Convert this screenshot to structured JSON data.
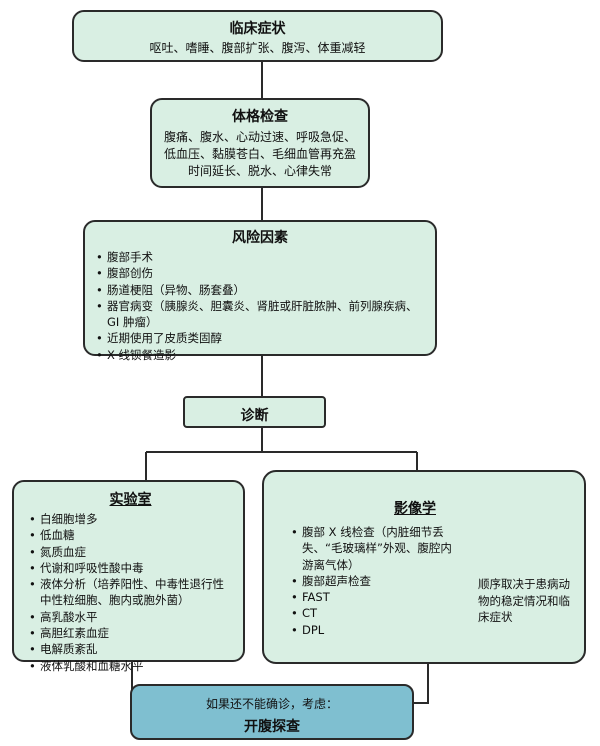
{
  "clinical": {
    "title": "临床症状",
    "text": "呕吐、嗜睡、腹部扩张、腹泻、体重减轻"
  },
  "exam": {
    "title": "体格检查",
    "lines": [
      "腹痛、腹水、心动过速、呼吸急促、",
      "低血压、黏膜苍白、毛细血管再充盈",
      "时间延长、脱水、心律失常"
    ]
  },
  "risk": {
    "title": "风险因素",
    "items": [
      "腹部手术",
      "腹部创伤",
      "肠道梗阻（异物、肠套叠）",
      "器官病变（胰腺炎、胆囊炎、肾脏或肝脏脓肿、前列腺疾病、GI 肿瘤）",
      "近期使用了皮质类固醇",
      "X 线钡餐造影"
    ]
  },
  "diagnosis": {
    "title": "诊断"
  },
  "lab": {
    "title": "实验室",
    "items": [
      "白细胞增多",
      "低血糖",
      "氮质血症",
      "代谢和呼吸性酸中毒",
      "液体分析（培养阳性、中毒性退行性中性粒细胞、胞内或胞外菌）",
      "高乳酸水平",
      "高胆红素血症",
      "电解质紊乱",
      "液体乳酸和血糖水平"
    ]
  },
  "imaging": {
    "title": "影像学",
    "items": [
      "腹部 X 线检查（内脏细节丢失、“毛玻璃样”外观、腹腔内游离气体）",
      "腹部超声检查",
      "FAST",
      "CT",
      "DPL"
    ],
    "note": "顺序取决于患病动物的稳定情况和临床症状"
  },
  "final": {
    "text": "如果还不能确诊，考虑：",
    "title": "开腹探查"
  },
  "colors": {
    "box_fill": "#d9efe3",
    "final_fill": "#7fbfd0",
    "line": "#2a2a2a"
  }
}
